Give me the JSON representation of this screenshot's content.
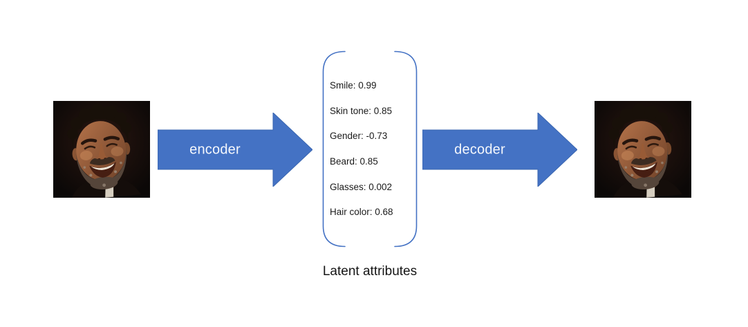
{
  "diagram": {
    "encoder_label": "encoder",
    "decoder_label": "decoder",
    "caption": "Latent attributes",
    "latent_attributes": [
      "Smile: 0.99",
      "Skin tone: 0.85",
      "Gender: -0.73",
      "Beard: 0.85",
      "Glasses: 0.002",
      "Hair color: 0.68"
    ],
    "images": {
      "input": "portrait-smiling-bearded-man",
      "output": "portrait-smiling-bearded-man"
    }
  },
  "colors": {
    "arrow_fill": "#4472C4",
    "arrow_border": "#3A66B0",
    "bracket_stroke": "#4472C4",
    "arrow_label_text": "#F4F7FC",
    "body_text": "#1A1A1A",
    "background": "#FFFFFF"
  }
}
